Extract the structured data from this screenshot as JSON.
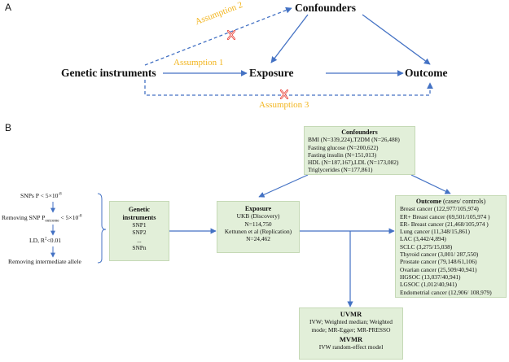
{
  "panel_a": {
    "label": "A",
    "confounders": "Confounders",
    "genetic_instruments": "Genetic instruments",
    "exposure": "Exposure",
    "outcome": "Outcome",
    "assumption_1": "Assumption 1",
    "assumption_2": "Assumption 2",
    "assumption_3": "Assumption 3"
  },
  "panel_b": {
    "label": "B",
    "selection_steps": {
      "step1": "SNPs P < 5×10",
      "step1_sup": "-8",
      "step2_pre": "Removing SNP  P",
      "step2_sub": "outcome",
      "step2_post": " < 5×10",
      "step2_sup": "-8",
      "step3_pre": "LD, R",
      "step3_sup": "2",
      "step3_post": "<0.01",
      "step4": "Removing intermediate allele"
    },
    "genetic_instruments": {
      "title": "Genetic instruments",
      "items": [
        "SNP1",
        "SNP2",
        "...",
        "SNPn"
      ]
    },
    "confounders": {
      "title": "Confounders",
      "lines": [
        "BMI (N=339,224),T2DM (N=26,488)",
        "Fasting glucose (N=200,622)",
        "Fasting insulin (N=151,013)",
        "HDL (N=187,167),LDL (N=173,082)",
        "Triglycerides (N=177,861)"
      ]
    },
    "exposure": {
      "title": "Exposure",
      "lines": [
        "UKB (Discovery)",
        "N=114,750",
        "Kettunen et al (Replication)",
        "N=24,462"
      ]
    },
    "outcome": {
      "title": "Outcome",
      "title_suffix": " (cases/ controls)",
      "lines": [
        "Breast cancer (122,977/105,974)",
        "ER+ Breast cancer (69,501/105,974 )",
        "ER- Breast cancer (21,468/105,974 )",
        "Lung cancer (11,348/15,861)",
        "LAC (3,442/4,894)",
        "SCLC (3,275/15,038)",
        "Thyroid cancer (3,001/ 287,550)",
        "Prostate cancer (79,148/61,106)",
        "Ovarian cancer (25,509/40,941)",
        "HGSOC (13,037/40,941)",
        "LGSOC (1,012/40,941)",
        "Endometrial cancer (12,906/ 108,979)"
      ]
    },
    "analysis": {
      "uvmr_title": "UVMR",
      "uvmr_lines": [
        "IVW; Weighted median; Weighted",
        "mode; MR-Egger; MR-PRESSO"
      ],
      "mvmr_title": "MVMR",
      "mvmr_lines": [
        "IVW random-effect model"
      ]
    }
  },
  "colors": {
    "arrow": "#4472c4",
    "assumption": "#f2b41c",
    "box_fill": "#e2efd9",
    "violation_x": "#e8453c"
  }
}
